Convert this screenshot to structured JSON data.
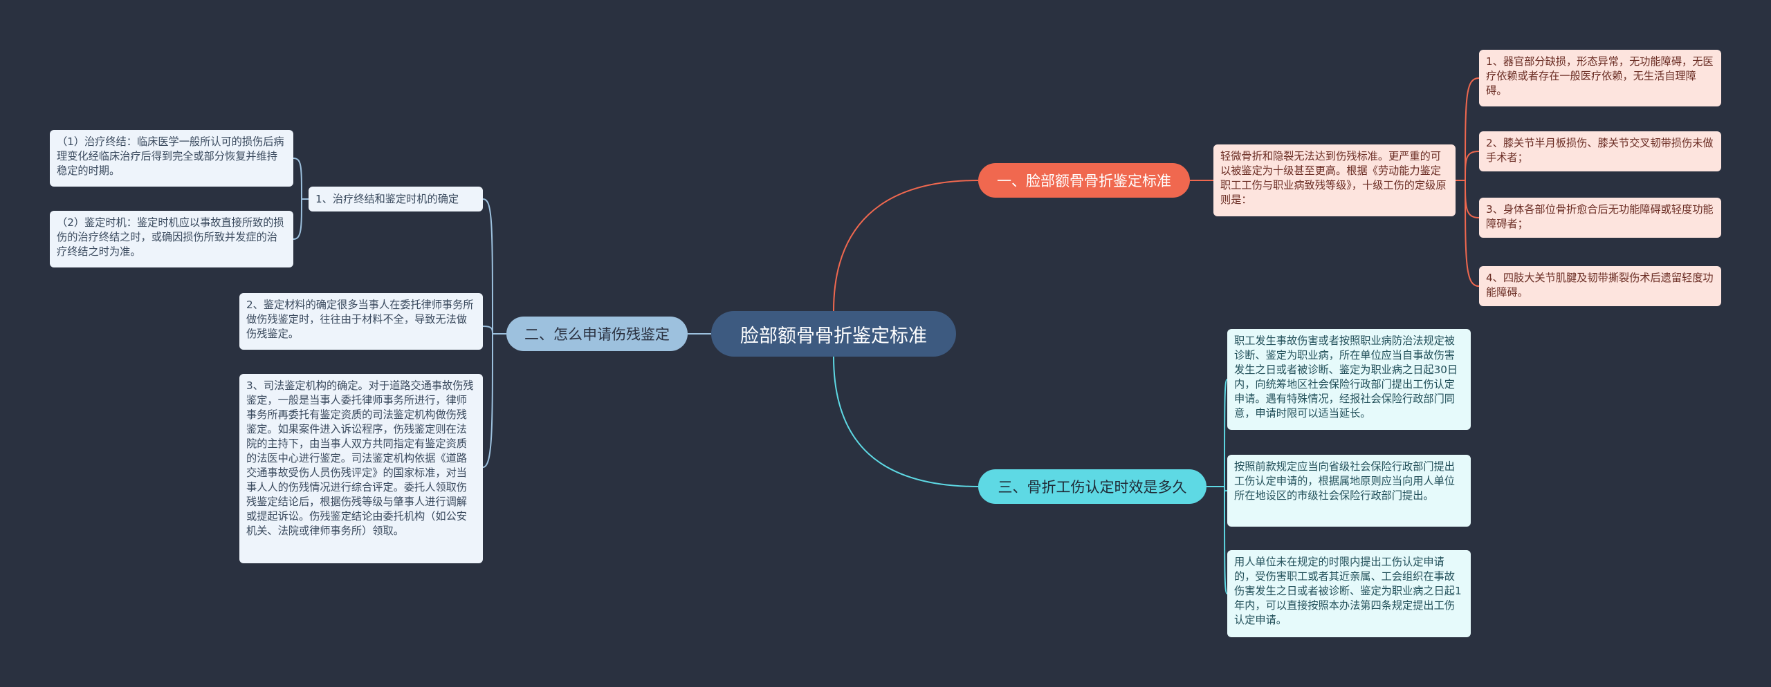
{
  "root": {
    "label": "脸部额骨骨折鉴定标准"
  },
  "branches": {
    "b1": {
      "label": "一、脸部额骨骨折鉴定标准",
      "summary": "轻微骨折和隐裂无法达到伤残标准。更严重的可以被鉴定为十级甚至更高。根据《劳动能力鉴定职工工伤与职业病致残等级》，十级工伤的定级原则是：",
      "items": [
        "1、器官部分缺损，形态异常，无功能障碍，无医疗依赖或者存在一般医疗依赖，无生活自理障碍。",
        "2、膝关节半月板损伤、膝关节交叉韧带损伤未做手术者；",
        "3、身体各部位骨折愈合后无功能障碍或轻度功能障碍者；",
        "4、四肢大关节肌腱及韧带撕裂伤术后遗留轻度功能障碍。"
      ]
    },
    "b2": {
      "label": "二、怎么申请伤残鉴定",
      "sub1": {
        "label": "1、治疗终结和鉴定时机的确定",
        "items": [
          "（1）治疗终结：临床医学一般所认可的损伤后病理变化经临床治疗后得到完全或部分恢复并维持稳定的时期。",
          "（2）鉴定时机：鉴定时机应以事故直接所致的损伤的治疗终结之时，或确因损伤所致并发症的治疗终结之时为准。"
        ]
      },
      "item2": "2、鉴定材料的确定很多当事人在委托律师事务所做伤残鉴定时，往往由于材料不全，导致无法做伤残鉴定。",
      "item3": "3、司法鉴定机构的确定。对于道路交通事故伤残鉴定，一般是当事人委托律师事务所进行，律师事务所再委托有鉴定资质的司法鉴定机构做伤残鉴定。如果案件进入诉讼程序，伤残鉴定则在法院的主持下，由当事人双方共同指定有鉴定资质的法医中心进行鉴定。司法鉴定机构依据《道路交通事故受伤人员伤残评定》的国家标准，对当事人人的伤残情况进行综合评定。委托人领取伤残鉴定结论后，根据伤残等级与肇事人进行调解或提起诉讼。伤残鉴定结论由委托机构（如公安机关、法院或律师事务所）领取。"
    },
    "b3": {
      "label": "三、骨折工伤认定时效是多久",
      "items": [
        "职工发生事故伤害或者按照职业病防治法规定被诊断、鉴定为职业病，所在单位应当自事故伤害发生之日或者被诊断、鉴定为职业病之日起30日内，向统筹地区社会保险行政部门提出工伤认定申请。遇有特殊情况，经报社会保险行政部门同意，申请时限可以适当延长。",
        "按照前款规定应当向省级社会保险行政部门提出工伤认定申请的，根据属地原则应当向用人单位所在地设区的市级社会保险行政部门提出。",
        "用人单位未在规定的时限内提出工伤认定申请的，受伤害职工或者其近亲属、工会组织在事故伤害发生之日或者被诊断、鉴定为职业病之日起1年内，可以直接按照本办法第四条规定提出工伤认定申请。"
      ]
    }
  },
  "colors": {
    "background": "#2a3140",
    "root": "#3d5a80",
    "branch1": "#f0684f",
    "branch2": "#9dc1de",
    "branch3": "#5ed9e4"
  }
}
